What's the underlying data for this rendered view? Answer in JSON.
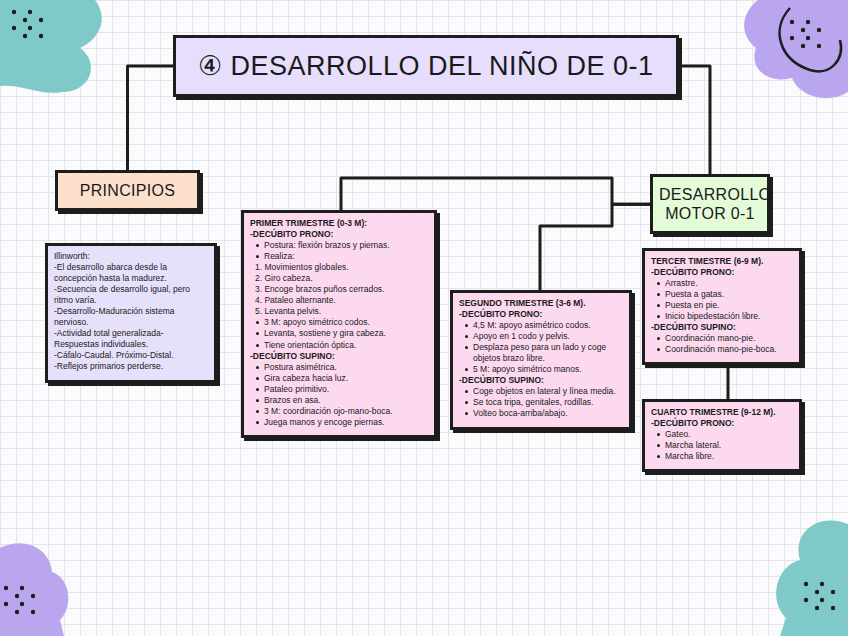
{
  "diagram": {
    "nodes": [
      {
        "text": [
          "④ DESARROLLO DEL NIÑO DE 0-1"
        ]
      },
      {
        "text": [
          "PRINCIPIOS"
        ]
      },
      {
        "text": [
          "Illinworth:",
          "-El desarrollo abarca desde la concepción hasta la madurez.",
          "-Secuencia de desarrollo igual, pero ritmo varía.",
          "-Desarrollo-Maduración sistema nervioso.",
          "-Actividad total generalizada-Respuestas individuales.",
          "-Cáfalo-Caudal. Próximo-Distal.",
          "-Reflejos primarios perderse."
        ]
      },
      {
        "text": [
          "DESARROLLO MOTOR 0-1"
        ]
      },
      {
        "text": [
          "PRIMER TRIMESTRE (0-3 M):",
          "-DECÚBITO PRONO:",
          "Postura: flexión brazos y piernas.",
          "Realiza:",
          "1. Movimientos globales.",
          "2. Giro cabeza.",
          "3. Encoge brazos puños cerrados.",
          "4. Pataleo alternante.",
          "5. Levanta pelvis.",
          "3 M: apoyo simétrico codos.",
          "Levanta, sostiene y gira cabeza.",
          "Tiene orientación óptica.",
          "-DECÚBITO SUPINO:",
          "Postura asimétrica.",
          "Gira cabeza hacia luz.",
          "Pataleo primitivo.",
          "Brazos en asa.",
          "3 M: coordinación ojo-mano-boca.",
          "Juega manos y encoge piernas."
        ]
      },
      {
        "text": [
          "SEGUNDO TRIMESTRE (3-6 M).",
          "-DECÚBITO PRONO:",
          "4,5 M: apoyo asimétrico codos.",
          "Apoyo en 1 codo y pelvis.",
          "Desplaza peso para un lado y coge objetos brazo libre.",
          "5 M: apoyo simétrico manos.",
          "-DECÚBITO SUPINO:",
          "Coge objetos en lateral y línea media.",
          "Se toca tripa, genitales, rodillas.",
          "Volteo boca-arriba/abajo."
        ]
      },
      {
        "text": [
          "TERCER TIMESTRE (6-9 M).",
          "-DECÚBITO PRONO:",
          "Arrastre.",
          "Puesta a gatas.",
          "Puesta en pie.",
          "Inicio bipedestación libre.",
          "-DECÚBITO SUPINO:",
          "Coordinación mano-pie.",
          "Coordinación mano-pie-boca."
        ]
      },
      {
        "text": [
          "CUARTO TRIMESTRE (9-12 M).",
          "-DECÚBITO PRONO:",
          "Gateo.",
          "Marcha lateral.",
          "Marcha libre."
        ]
      }
    ],
    "edges": [
      {
        "from": 0,
        "to": 1,
        "arrow": "none"
      },
      {
        "from": 0,
        "to": 3,
        "arrow": "none"
      },
      {
        "from": 3,
        "to": 4,
        "arrow": "none"
      },
      {
        "from": 3,
        "to": 5,
        "arrow": "none"
      },
      {
        "from": 6,
        "to": 7,
        "arrow": "none"
      }
    ]
  }
}
